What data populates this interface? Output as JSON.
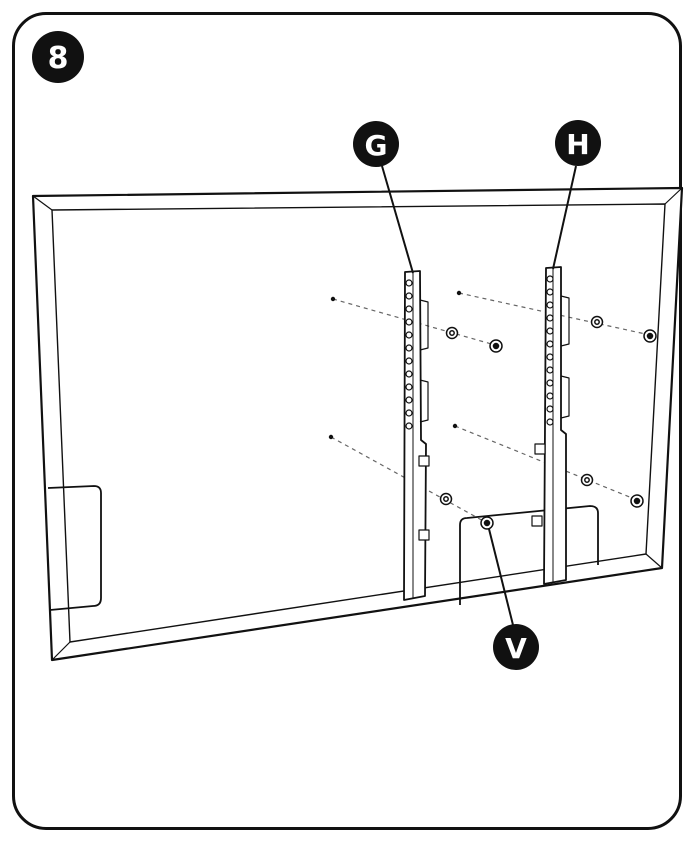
{
  "step": {
    "number": "8"
  },
  "callouts": {
    "g": "G",
    "h": "H",
    "v": "V"
  },
  "colors": {
    "ink": "#111111",
    "panel": "#ffffff",
    "dash": "#666666"
  }
}
